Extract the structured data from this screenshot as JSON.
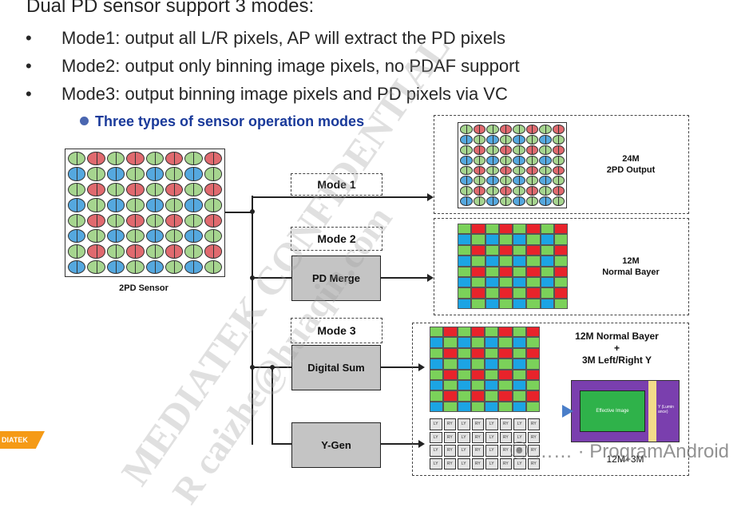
{
  "slide": {
    "heading": "Dual PD sensor support 3 modes:",
    "bullets": [
      "Mode1: output all L/R pixels, AP will extract the PD pixels",
      "Mode2: output only binning image pixels, no PDAF support",
      "Mode3: output binning  image pixels and PD pixels via VC"
    ],
    "bullet_symbol": "•"
  },
  "diagram": {
    "subtitle": "Three types of sensor operation modes",
    "sensor_label": "2PD Sensor",
    "modes": [
      "Mode 1",
      "Mode 2",
      "Mode 3"
    ],
    "process_boxes": {
      "pd_merge": "PD Merge",
      "digital_sum": "Digital Sum",
      "y_gen": "Y-Gen"
    },
    "outputs": {
      "mode1_line1": "24M",
      "mode1_line2": "2PD Output",
      "mode2_line1": "12M",
      "mode2_line2": "Normal Bayer",
      "mode3_line1": "12M Normal Bayer",
      "mode3_line2": "+",
      "mode3_line3": "3M Left/Right Y",
      "effective_image": "Effective Image",
      "y_side_label": "Y (Lumin ance)",
      "bottom_label": "12M+3M"
    },
    "ygrid_labels": [
      "LY",
      "RY"
    ],
    "colors": {
      "green_pd": "#a6d58f",
      "red_pd": "#e06a6f",
      "blue_pd": "#55a8df",
      "green": "#7bd15a",
      "red": "#e8232b",
      "blue": "#1ca4e4",
      "title_blue": "#1a3a9a",
      "box_gray": "#c4c4c4"
    }
  },
  "watermarks": [
    "MEDIATEK CONFIDENTIAL",
    "R caizhe@huaqin.com"
  ],
  "footer": {
    "brand_text": "DIATEK",
    "site_text": "⦿ ……  · ProgramAndroid"
  }
}
